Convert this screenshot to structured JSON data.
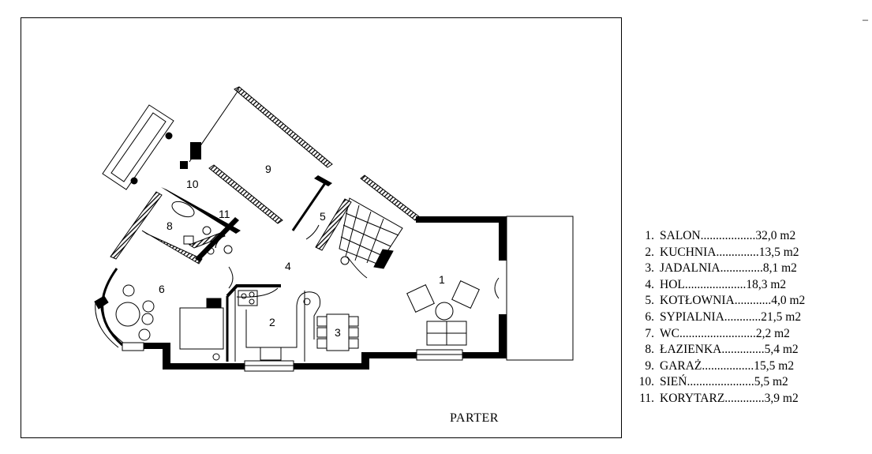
{
  "plan": {
    "title": "PARTER",
    "corner_mark": "–",
    "room_labels": [
      "1",
      "2",
      "3",
      "4",
      "5",
      "6",
      "7",
      "8",
      "9",
      "10",
      "11"
    ]
  },
  "legend": {
    "rooms": [
      {
        "num": "1.",
        "text": "SALON..................32,0  m2"
      },
      {
        "num": "2.",
        "text": "KUCHNIA..............13,5  m2"
      },
      {
        "num": "3.",
        "text": "JADALNIA..............8,1  m2"
      },
      {
        "num": "4.",
        "text": "HOL....................18,3  m2"
      },
      {
        "num": "5.",
        "text": "KOTŁOWNIA............4,0  m2"
      },
      {
        "num": "6.",
        "text": "SYPIALNIA............21,5  m2"
      },
      {
        "num": "7.",
        "text": "WC.........................2,2  m2"
      },
      {
        "num": "8.",
        "text": "ŁAZIENKA..............5,4  m2"
      },
      {
        "num": "9.",
        "text": "GARAŻ.................15,5  m2"
      },
      {
        "num": "10.",
        "text": "SIEŃ......................5,5  m2"
      },
      {
        "num": "11.",
        "text": "KORYTARZ.............3,9  m2"
      }
    ]
  },
  "colors": {
    "ink": "#000000",
    "paper": "#ffffff"
  }
}
